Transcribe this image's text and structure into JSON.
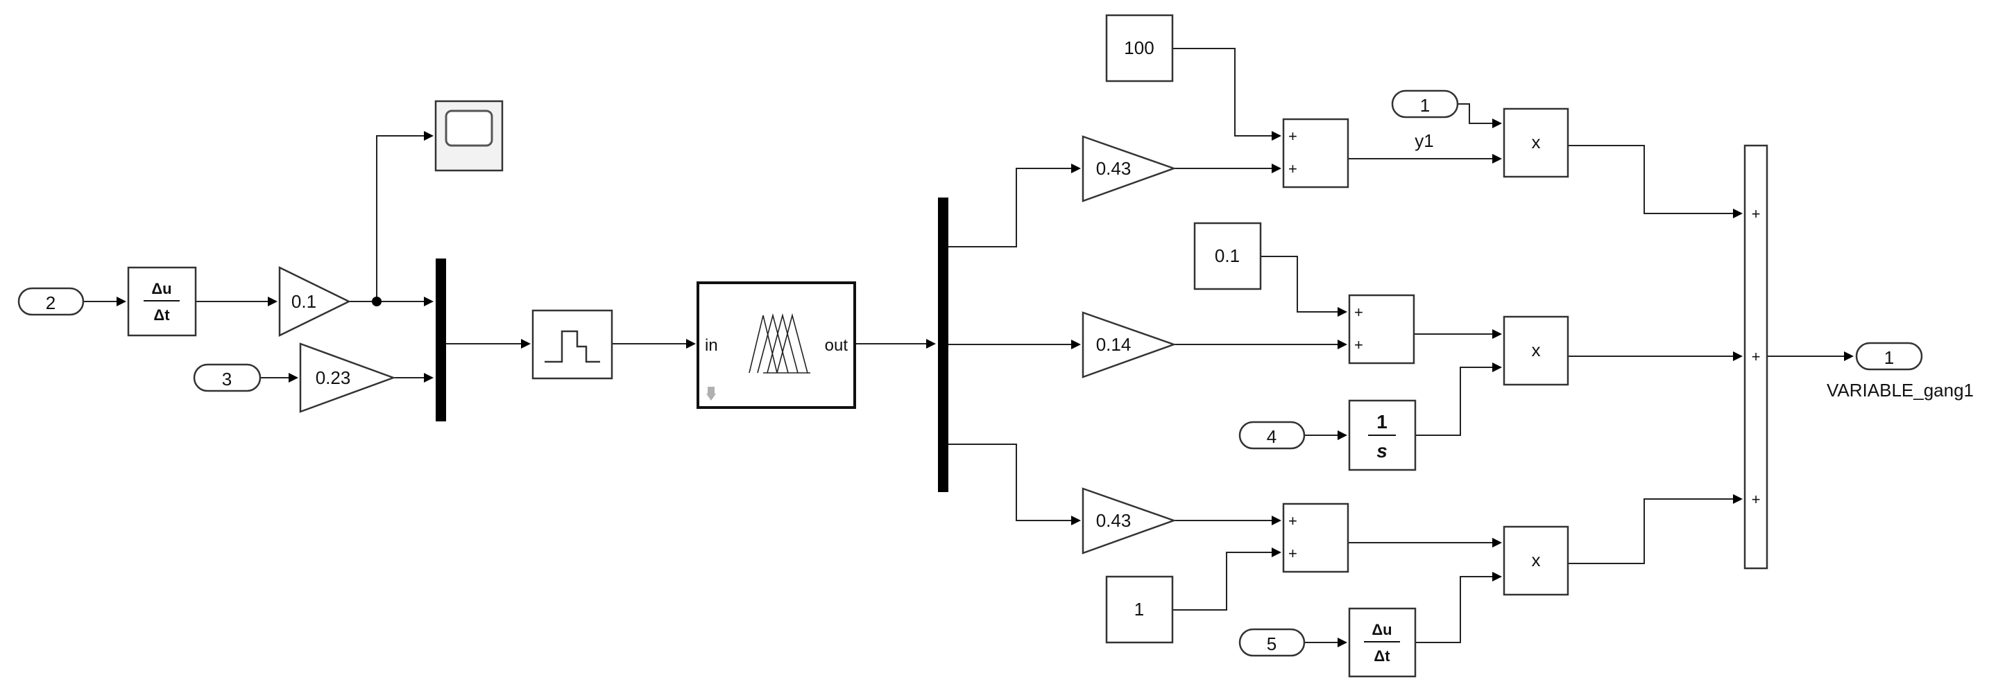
{
  "diagram": {
    "inports": {
      "in2": "2",
      "in3": "3",
      "in4": "4",
      "in5": "5"
    },
    "gains": {
      "g1": "0.1",
      "g2": "0.23",
      "g3": "0.43",
      "g4": "0.14",
      "g5": "0.43"
    },
    "constants": {
      "c100": "100",
      "c01": "0.1",
      "c1": "1"
    },
    "derivative": {
      "num": "Δu",
      "den": "Δt"
    },
    "integrator": {
      "num": "1",
      "den": "s"
    },
    "fuzzy": {
      "in_port": "in",
      "out_port": "out"
    },
    "sum_signs": {
      "plus": "+"
    },
    "product_label": "x",
    "goto_tag": {
      "value": "1",
      "label": "y1"
    },
    "outport": {
      "value": "1",
      "name": "VARIABLE_gang1"
    }
  }
}
